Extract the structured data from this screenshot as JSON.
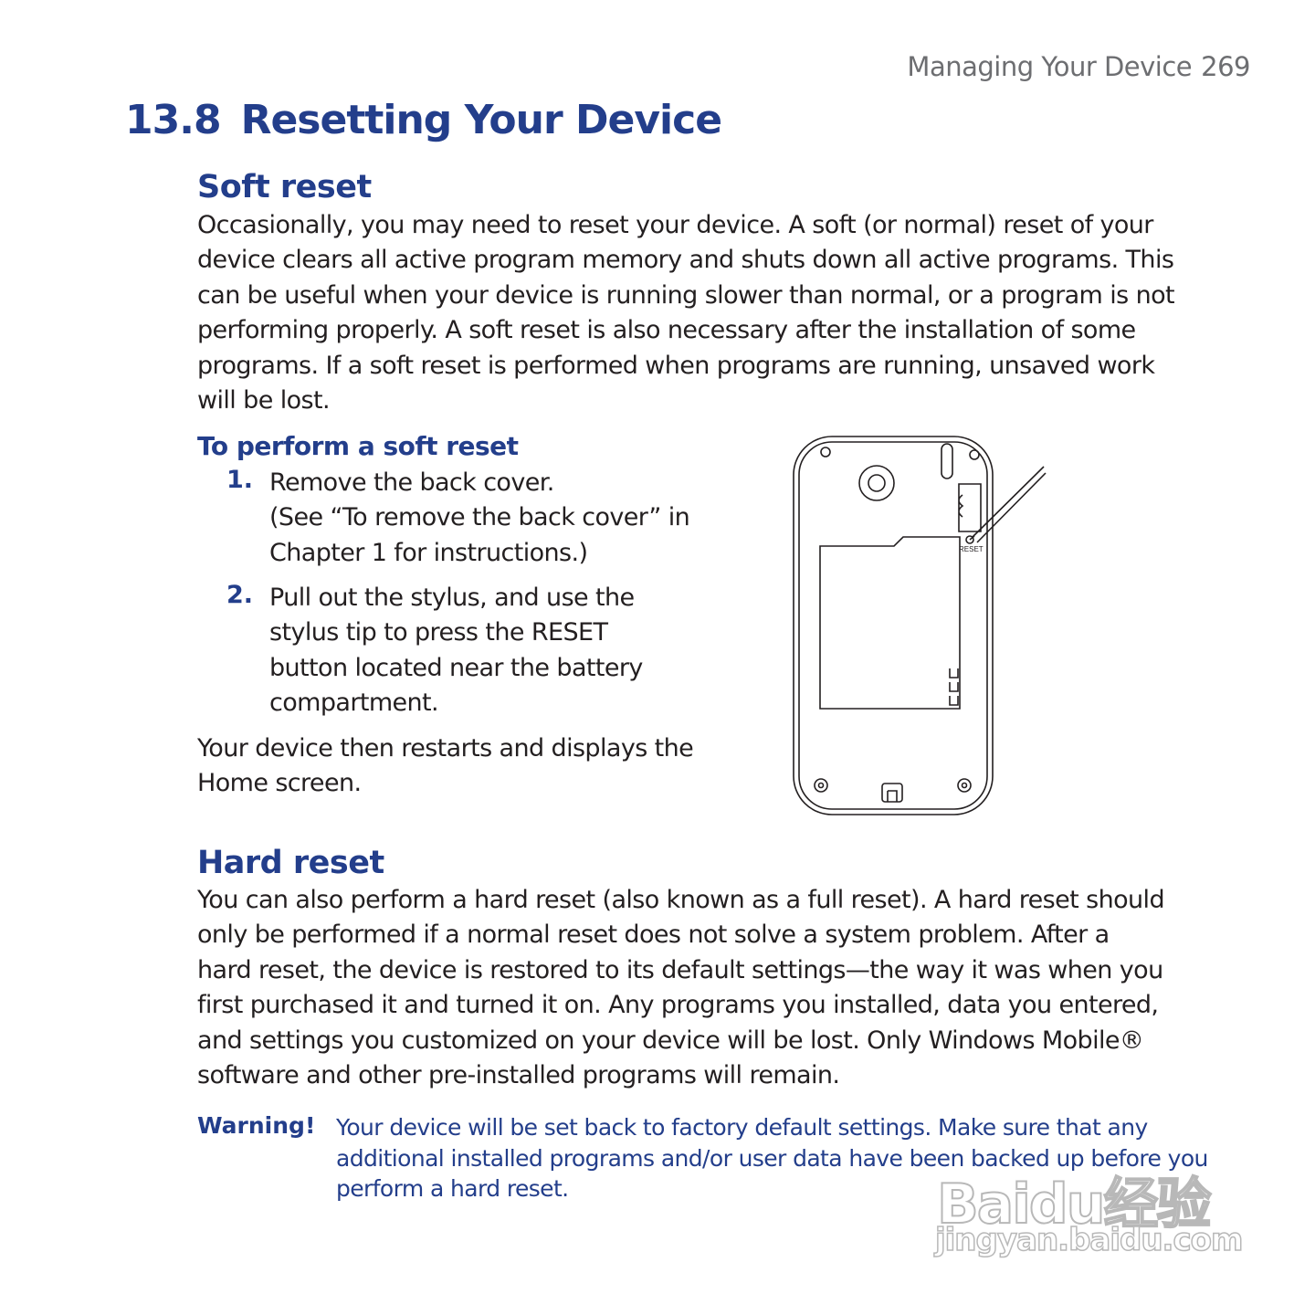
{
  "header": {
    "running_title": "Managing Your Device",
    "page_number": "269"
  },
  "section": {
    "number": "13.8",
    "title": "Resetting Your Device"
  },
  "soft_reset": {
    "heading": "Soft reset",
    "paragraph": [
      "Occasionally, you may need to reset your device. A soft (or normal) reset of your",
      "device clears all active program memory and shuts down all active programs. This",
      "can be useful when your device is running slower than normal, or a program is not",
      "performing properly. A soft reset is also necessary after the installation of some",
      "programs. If a soft reset is performed when programs are running, unsaved work",
      "will be lost."
    ],
    "procedure_heading": "To perform a soft reset",
    "steps": [
      {
        "number": "1.",
        "lines": [
          "Remove the back cover.",
          "(See “To remove the back cover” in",
          "Chapter 1 for instructions.)"
        ]
      },
      {
        "number": "2.",
        "lines": [
          "Pull out the stylus, and use the",
          "stylus tip to press the RESET",
          "button located near the battery",
          "compartment."
        ]
      }
    ],
    "result": [
      "Your device then restarts and displays the",
      "Home screen."
    ]
  },
  "illustration": {
    "reset_label": "RESET"
  },
  "hard_reset": {
    "heading": "Hard reset",
    "paragraph": [
      "You can also perform a hard reset (also known as a full reset). A hard reset should",
      "only be performed if a normal reset does not solve a system problem. After a",
      "hard reset, the device is restored to its default settings—the way it was when you",
      "first purchased it and turned it on. Any programs you installed, data you entered,",
      "and settings you customized on your device will be lost. Only Windows Mobile®",
      "software and other pre-installed programs will remain."
    ]
  },
  "warning": {
    "label": "Warning!",
    "lines": [
      "Your device will be set back to factory default settings. Make sure that any",
      "additional installed programs and/or user data have been backed up before you",
      "perform a hard reset."
    ]
  },
  "watermark": {
    "logo": "Baidu经验",
    "url": "jingyan.baidu.com"
  }
}
